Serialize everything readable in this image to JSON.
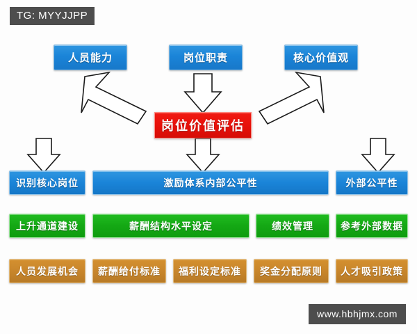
{
  "overlays": {
    "top_tag": "TG: MYYJJPP",
    "bottom_watermark": "www.hbhjmx.com"
  },
  "palette": {
    "blue": "#1a84d8",
    "red": "#e8110a",
    "green": "#14a814",
    "orange": "#c8862c",
    "tag_background": "#4d4d4d",
    "arrow_fill": "#ffffff",
    "arrow_outline": "#1a1a1a",
    "background": "#fdfdfd"
  },
  "diagram": {
    "inputs": [
      {
        "label": "人员能力"
      },
      {
        "label": "岗位职责"
      },
      {
        "label": "核心价值观"
      }
    ],
    "core": {
      "label": "岗位价值评估"
    },
    "outcomes": [
      {
        "label": "识别核心岗位"
      },
      {
        "label": "激励体系内部公平性"
      },
      {
        "label": "外部公平性"
      }
    ],
    "mechanisms": [
      {
        "label": "上升通道建设"
      },
      {
        "label": "薪酬结构水平设定"
      },
      {
        "label": "绩效管理"
      },
      {
        "label": "参考外部数据"
      }
    ],
    "applications": [
      {
        "label": "人员发展机会"
      },
      {
        "label": "薪酬给付标准"
      },
      {
        "label": "福利设定标准"
      },
      {
        "label": "奖金分配原则"
      },
      {
        "label": "人才吸引政策"
      }
    ]
  }
}
